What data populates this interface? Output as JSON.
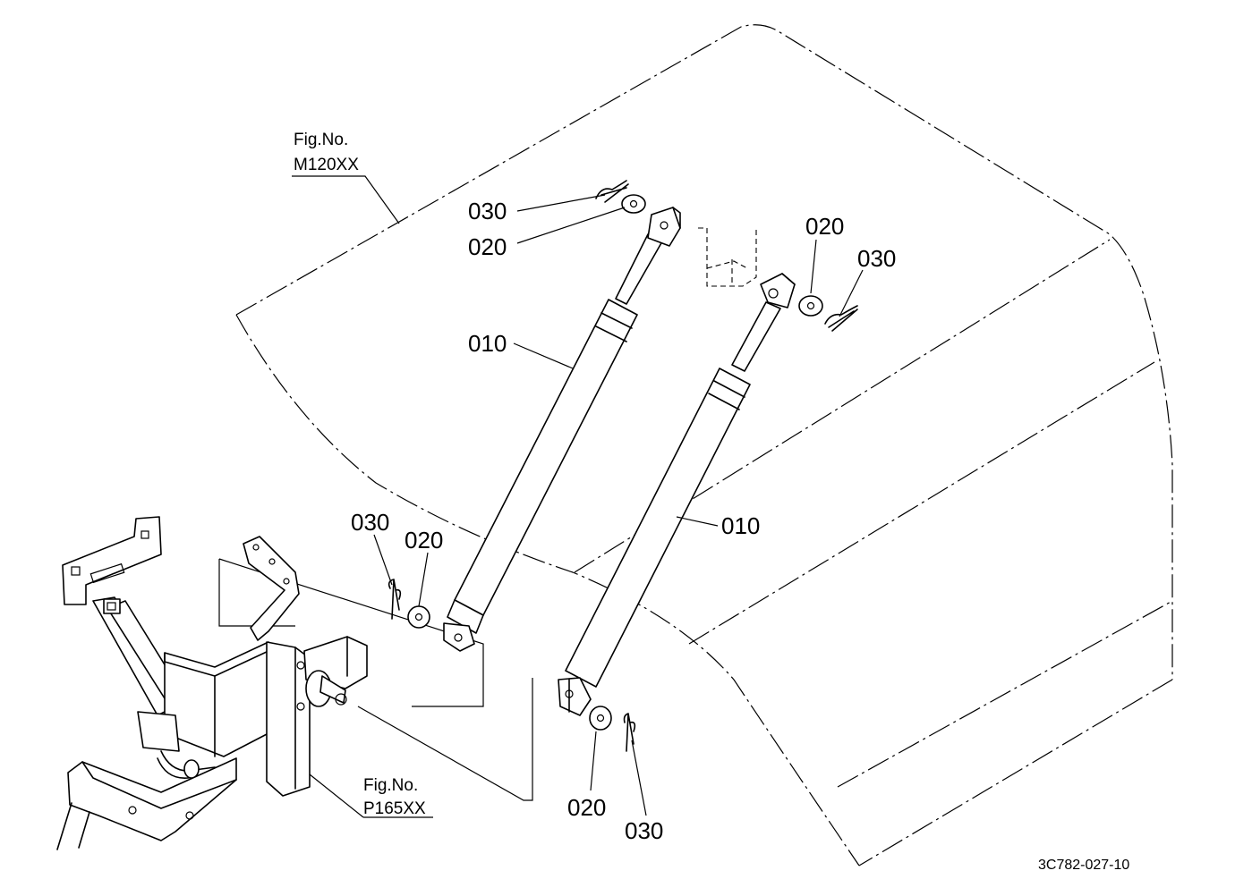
{
  "figure_refs": {
    "upper": {
      "line1": "Fig.No.",
      "line2": "M120XX"
    },
    "lower": {
      "line1": "Fig.No.",
      "line2": "P165XX"
    }
  },
  "callouts": {
    "c030_a": "030",
    "c020_a": "020",
    "c020_b": "020",
    "c030_b": "030",
    "c010_a": "010",
    "c010_b": "010",
    "c030_c": "030",
    "c020_c": "020",
    "c020_d": "020",
    "c030_d": "030"
  },
  "drawing_code": "3C782-027-10"
}
